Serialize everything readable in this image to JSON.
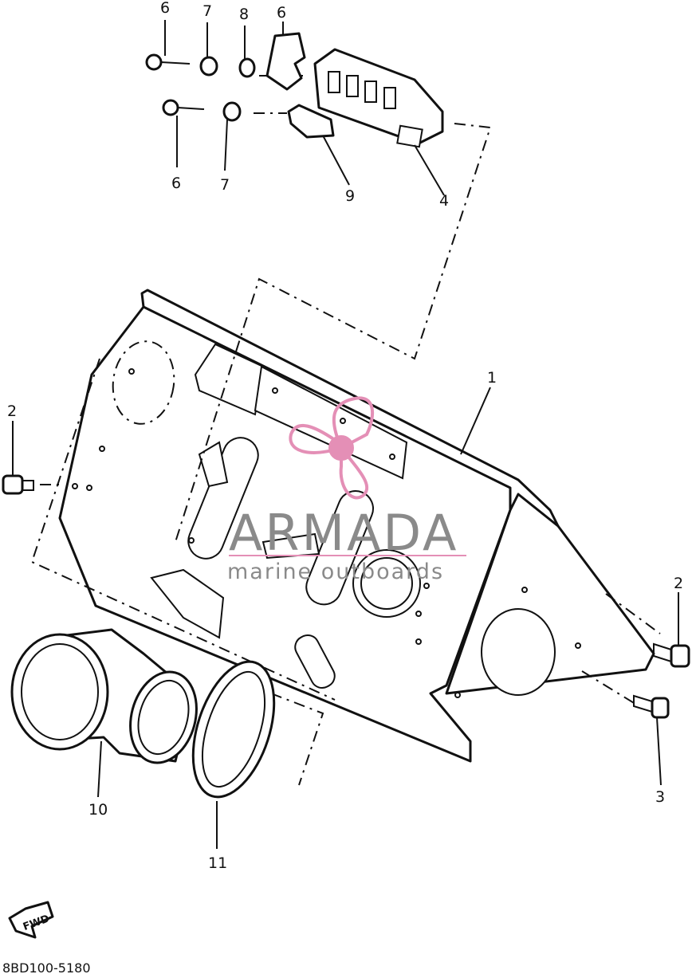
{
  "callouts": [
    {
      "id": "c6a",
      "text": "6"
    },
    {
      "id": "c7a",
      "text": "7"
    },
    {
      "id": "c8",
      "text": "8"
    },
    {
      "id": "c6b",
      "text": "6"
    },
    {
      "id": "c6c",
      "text": "6"
    },
    {
      "id": "c7b",
      "text": "7"
    },
    {
      "id": "c9",
      "text": "9"
    },
    {
      "id": "c4",
      "text": "4"
    },
    {
      "id": "c1",
      "text": "1"
    },
    {
      "id": "c2a",
      "text": "2"
    },
    {
      "id": "c2b",
      "text": "2"
    },
    {
      "id": "c3",
      "text": "3"
    },
    {
      "id": "c10",
      "text": "10"
    },
    {
      "id": "c11",
      "text": "11"
    }
  ],
  "watermark": {
    "title": "ARMADA",
    "subtitle": "marine outboards",
    "pink_color": "#e48fb6",
    "gray_color": "#8a8a8a"
  },
  "fwd_label": "FWD",
  "diagram_code": "8BD100-5180"
}
